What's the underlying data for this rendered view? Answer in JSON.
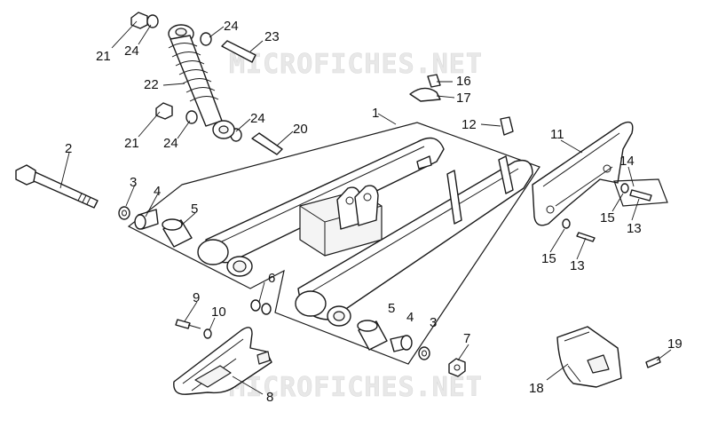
{
  "watermark": "MICROFICHES.NET",
  "callouts": {
    "c1": "1",
    "c2": "2",
    "c3a": "3",
    "c3b": "3",
    "c4a": "4",
    "c4b": "4",
    "c5a": "5",
    "c5b": "5",
    "c6": "6",
    "c7": "7",
    "c8": "8",
    "c9": "9",
    "c10": "10",
    "c11": "11",
    "c12": "12",
    "c13a": "13",
    "c13b": "13",
    "c14": "14",
    "c15a": "15",
    "c15b": "15",
    "c16": "16",
    "c17": "17",
    "c18": "18",
    "c19": "19",
    "c20": "20",
    "c21a": "21",
    "c21b": "21",
    "c22": "22",
    "c23": "23",
    "c24a": "24",
    "c24b": "24",
    "c24c": "24",
    "c24d": "24"
  }
}
